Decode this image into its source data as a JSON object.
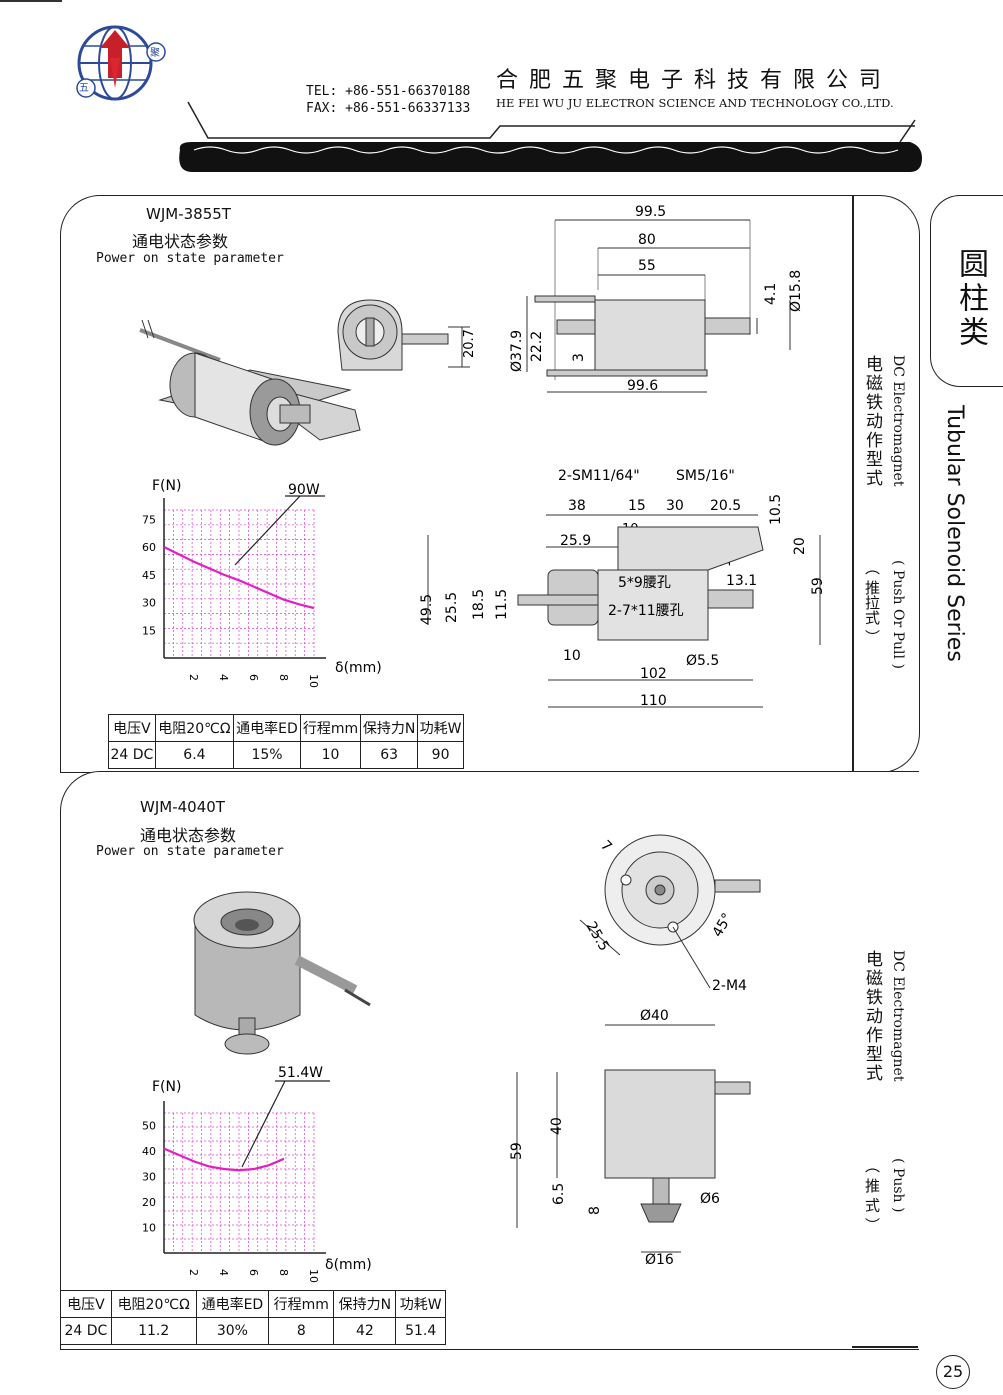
{
  "header": {
    "company_cn": "合 肥 五 聚 电 子 科 技 有 限 公 司",
    "company_en": "HE FEI  WU JU ELECTRON SCIENCE AND TECHNOLOGY CO.,LTD.",
    "tel": "TEL: +86-551-66370188",
    "fax": "FAX: +86-551-66337133",
    "logo_char_a": "五",
    "logo_char_b": "聚"
  },
  "side": {
    "category_cn": "圆柱类",
    "series_en": "Tubular Solenoid Series"
  },
  "page_number": "25",
  "products": [
    {
      "model": "WJM-3855T",
      "subtitle_cn": "通电状态参数",
      "subtitle_en": "Power on state parameter",
      "type_cn": "电磁铁动作型式",
      "type_en": "DC Electromagnet",
      "mode_en": "( Push Or Pull )",
      "mode_cn": "（  推拉式  ）",
      "chart_power_label": "90W",
      "params_headers": [
        "电压V",
        "电阻20℃Ω",
        "通电率ED",
        "行程mm",
        "保持力N",
        "功耗W"
      ],
      "params_values": [
        "24 DC",
        "6.4",
        "15%",
        "10",
        "63",
        "90"
      ],
      "dims_top": [
        "99.5",
        "80",
        "55",
        "4.1",
        "Ø15.8",
        "Ø37.9",
        "22.2",
        "3",
        "99.6",
        "20.7"
      ],
      "dims_side": [
        "2-SM11/64\"",
        "SM5/16\"",
        "38",
        "15",
        "30",
        "20.5",
        "10.5",
        "10",
        "10",
        "25.9",
        "15",
        "20",
        "5*9腰孔",
        "13.1",
        "2-7*11腰孔",
        "49.5",
        "25.5",
        "18.5",
        "11.5",
        "59",
        "10",
        "Ø5.5",
        "102",
        "110"
      ]
    },
    {
      "model": "WJM-4040T",
      "subtitle_cn": "通电状态参数",
      "subtitle_en": "Power on state parameter",
      "type_cn": "电磁铁动作型式",
      "type_en": "DC Electromagnet",
      "mode_en": "(  Push  )",
      "mode_cn": "（  推  式  ）",
      "chart_power_label": "51.4W",
      "params_headers": [
        "电压V",
        "电阻20℃Ω",
        "通电率ED",
        "行程mm",
        "保持力N",
        "功耗W"
      ],
      "params_values": [
        "24 DC",
        "11.2",
        "30%",
        "8",
        "42",
        "51.4"
      ],
      "dims_top": [
        "7",
        "25.5",
        "45°",
        "2-M4"
      ],
      "dims_side": [
        "Ø40",
        "59",
        "40",
        "6.5",
        "8",
        "Ø6",
        "Ø16"
      ]
    }
  ],
  "chart_data": [
    {
      "type": "line",
      "xlabel": "δ(mm)",
      "ylabel": "F(N)",
      "xlim": [
        0,
        10
      ],
      "ylim": [
        0,
        80
      ],
      "x_ticks": [
        2,
        4,
        6,
        8,
        10
      ],
      "y_ticks": [
        15,
        30,
        45,
        60,
        75
      ],
      "grid": true,
      "annotation": "90W",
      "series": [
        {
          "x": [
            0,
            1,
            2,
            3,
            4,
            5,
            6,
            7,
            8,
            9,
            10
          ],
          "y": [
            60,
            56,
            52,
            48.5,
            45,
            42,
            38.5,
            35,
            31.5,
            29,
            27
          ]
        }
      ]
    },
    {
      "type": "line",
      "xlabel": "δ(mm)",
      "ylabel": "F(N)",
      "xlim": [
        0,
        10
      ],
      "ylim": [
        0,
        55
      ],
      "x_ticks": [
        2,
        4,
        6,
        8,
        10
      ],
      "y_ticks": [
        10,
        20,
        30,
        40,
        50
      ],
      "grid": true,
      "annotation": "51.4W",
      "series": [
        {
          "x": [
            0,
            1,
            2,
            3,
            4,
            5,
            6,
            7,
            8
          ],
          "y": [
            41,
            38.5,
            36,
            34,
            33,
            32.5,
            33,
            34.5,
            37
          ]
        }
      ]
    }
  ]
}
